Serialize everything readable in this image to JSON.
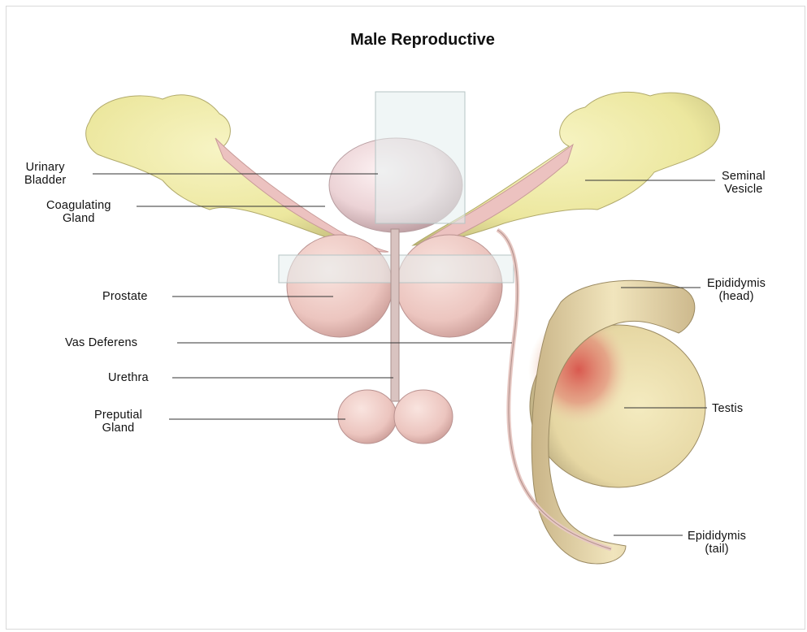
{
  "title": "Male Reproductive",
  "labels": {
    "urinary_bladder": [
      "Urinary",
      "Bladder"
    ],
    "coagulating_gland": [
      "Coagulating",
      "Gland"
    ],
    "prostate": [
      "Prostate"
    ],
    "vas_deferens": [
      "Vas Deferens"
    ],
    "urethra": [
      "Urethra"
    ],
    "preputial_gland": [
      "Preputial",
      "Gland"
    ],
    "seminal_vesicle": [
      "Seminal",
      "Vesicle"
    ],
    "epididymis_head": [
      "Epididymis",
      "(head)"
    ],
    "testis": [
      "Testis"
    ],
    "epididymis_tail": [
      "Epididymis",
      "(tail)"
    ]
  },
  "colors": {
    "vesicle_fill": "#ece79e",
    "tissue_pink": "#edc9c6",
    "testis_fill": "#eee3b0",
    "testis_blush": "#d8524a",
    "leader_line": "#333333"
  }
}
